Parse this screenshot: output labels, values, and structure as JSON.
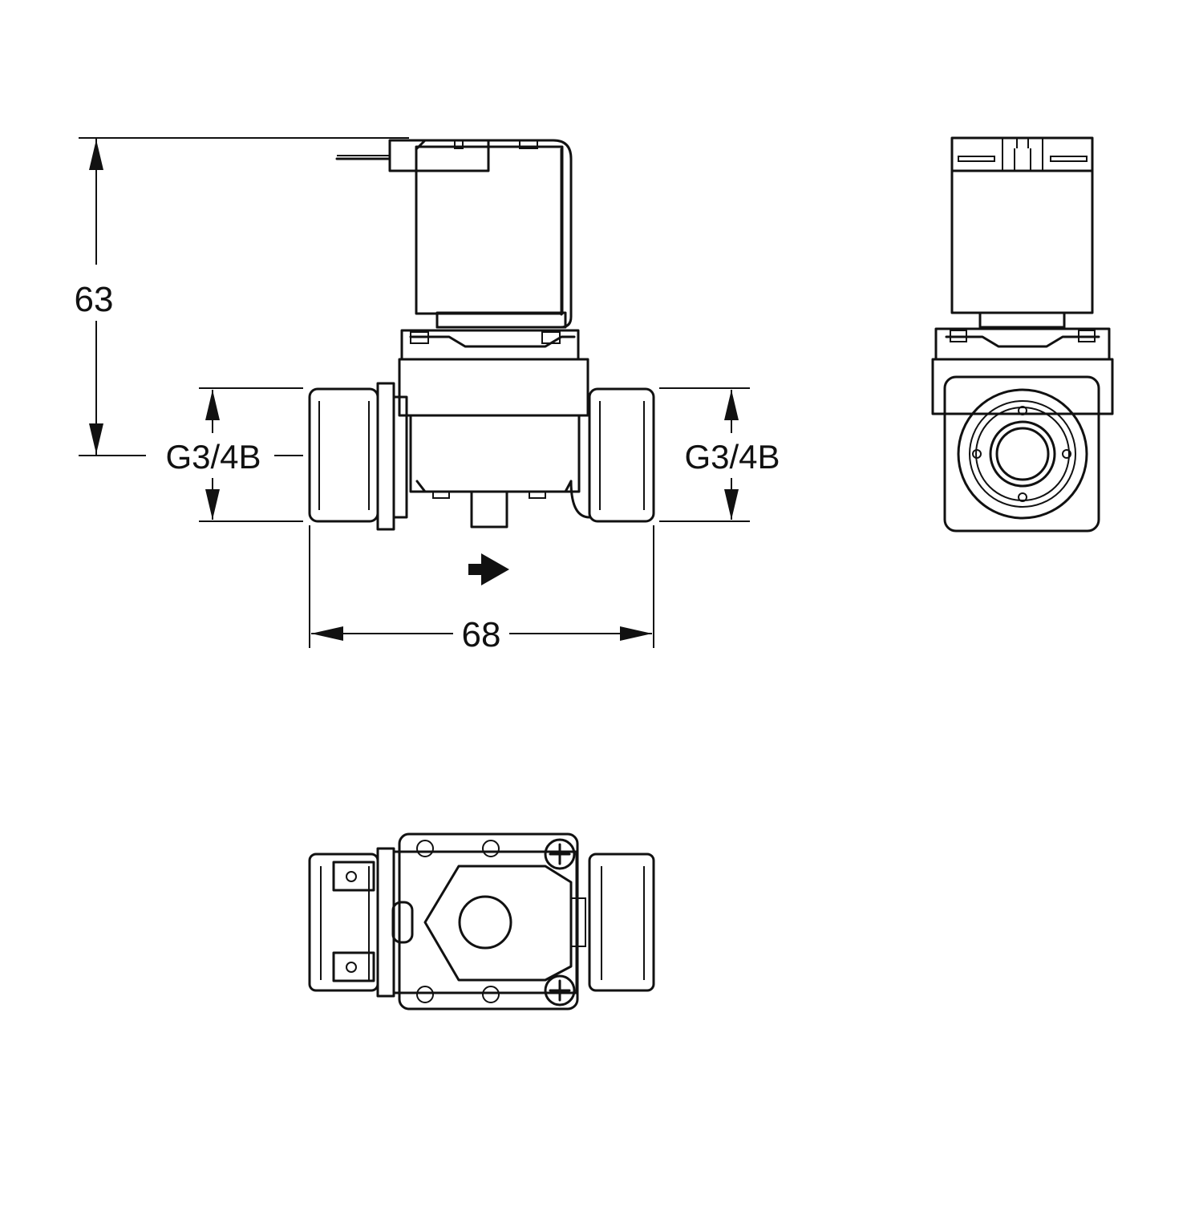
{
  "dimensions": {
    "height": "63",
    "width": "68",
    "thread_left": "G3/4B",
    "thread_right": "G3/4B"
  },
  "colors": {
    "line": "#111111",
    "background": "#ffffff"
  },
  "icons": {
    "flow_direction": "flow-arrow-icon"
  }
}
